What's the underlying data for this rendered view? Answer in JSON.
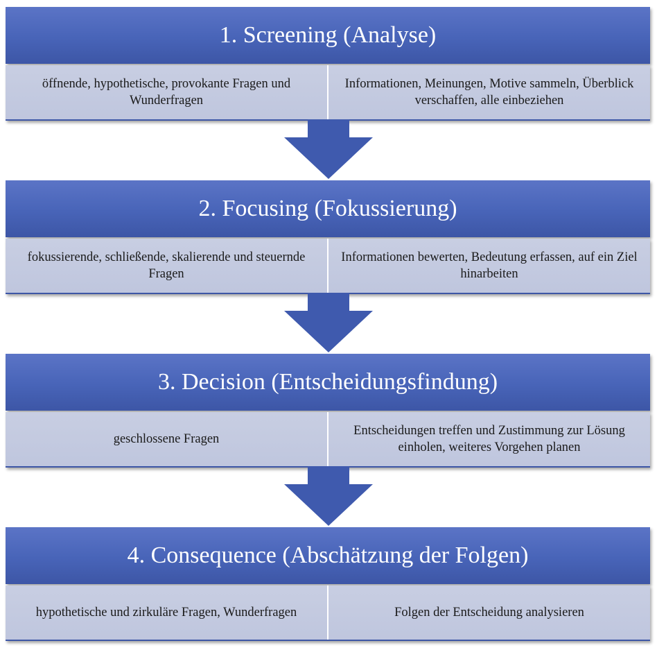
{
  "stages": [
    {
      "title": "1. Screening (Analyse)",
      "left": "öffnende, hypothetische, provokante Fragen und Wunderfragen",
      "right": "Informationen, Meinungen, Motive sammeln, Überblick verschaffen, alle einbeziehen"
    },
    {
      "title": "2. Focusing (Fokussierung)",
      "left": "fokussierende, schließende, skalierende und steuernde Fragen",
      "right": "Informationen bewerten, Bedeutung erfassen, auf ein Ziel hinarbeiten"
    },
    {
      "title": "3. Decision (Entscheidungsfindung)",
      "left": "geschlossene Fragen",
      "right": "Entscheidungen treffen und Zustimmung zur Lösung einholen, weiteres Vorgehen planen"
    },
    {
      "title": "4. Consequence (Abschätzung der Folgen)",
      "left": "hypothetische und zirkuläre Fragen, Wunderfragen",
      "right": "Folgen der Entscheidung analysieren"
    }
  ],
  "colors": {
    "header": "#4a66b9",
    "cell": "#c5cbe0",
    "arrow": "#3f5aae"
  }
}
